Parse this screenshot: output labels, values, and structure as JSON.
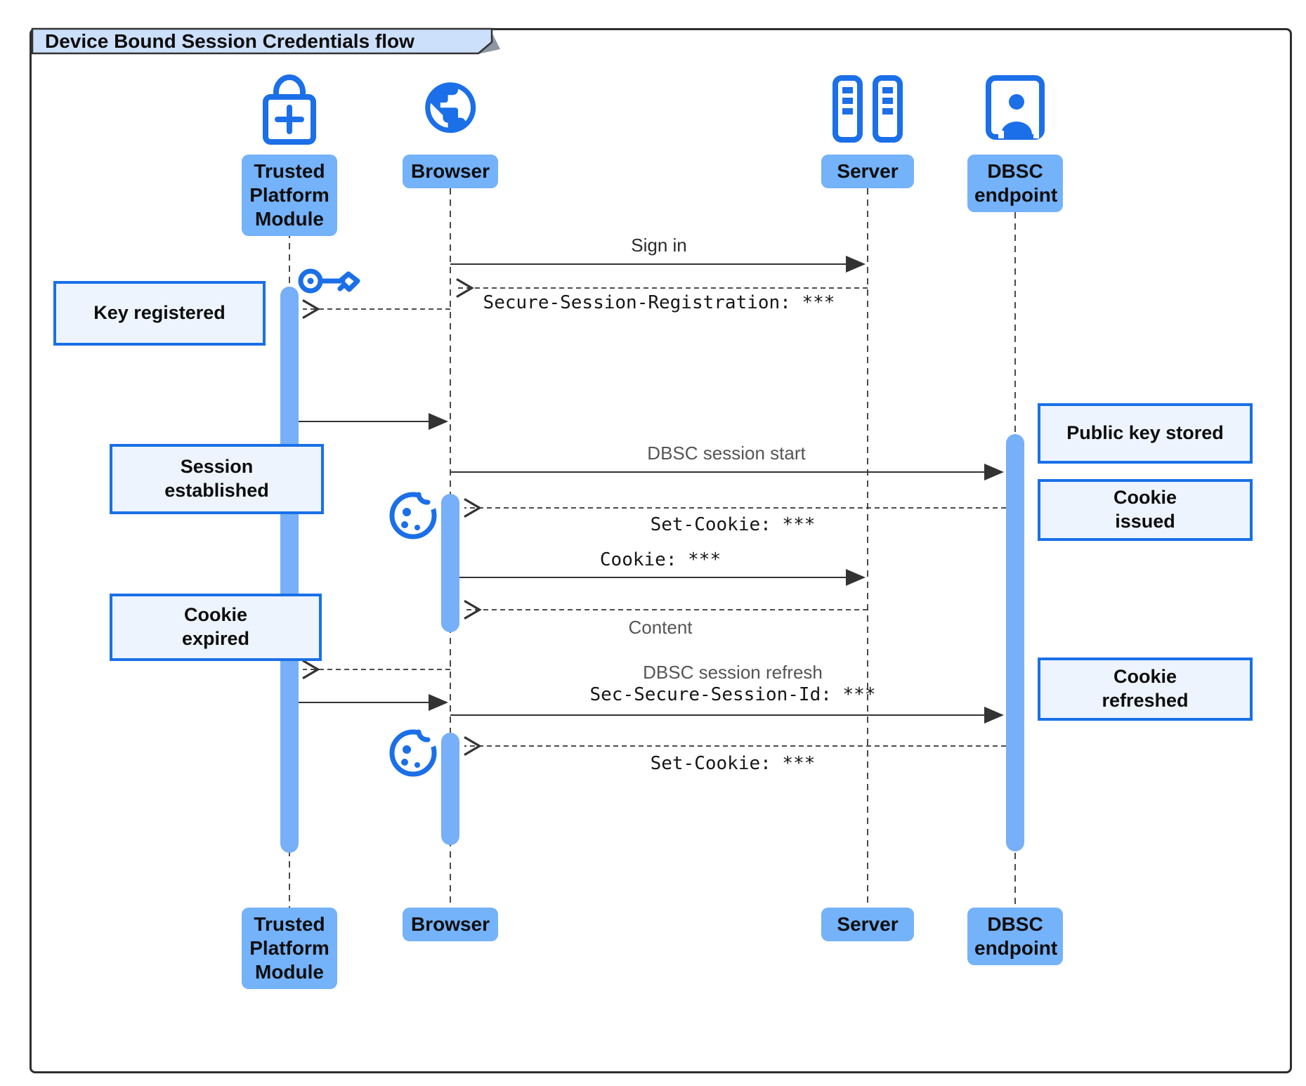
{
  "title": "Device Bound Session Credentials flow",
  "colors": {
    "accent_blue": "#1B6FE8",
    "label_fill": "#74B2FA",
    "activation_fill": "#77AFF8",
    "note_fill": "#EDF4FD",
    "note_border": "#1A70E8",
    "title_fill": "#CCE0FB",
    "lifeline": "#4a4a4a",
    "arrow": "#333333"
  },
  "actors": [
    {
      "id": "tpm",
      "label": "Trusted Platform Module",
      "icon": "lock-plus-icon"
    },
    {
      "id": "browser",
      "label": "Browser",
      "icon": "globe-icon"
    },
    {
      "id": "server",
      "label": "Server",
      "icon": "server-rack-icon"
    },
    {
      "id": "dbsc",
      "label": "DBSC endpoint",
      "icon": "person-badge-icon"
    }
  ],
  "notes": [
    {
      "label": "Key registered",
      "side": "left"
    },
    {
      "label": "Session established",
      "side": "left"
    },
    {
      "label": "Cookie expired",
      "side": "left"
    },
    {
      "label": "Public key stored",
      "side": "right"
    },
    {
      "label": "Cookie issued",
      "side": "right"
    },
    {
      "label": "Cookie refreshed",
      "side": "right"
    }
  ],
  "messages": [
    {
      "label": "Sign in",
      "from": "Browser",
      "to": "Server",
      "line": "solid"
    },
    {
      "label": "Secure-Session-Registration: ***",
      "from": "Server",
      "to": "Browser",
      "line": "dashed"
    },
    {
      "label": "",
      "from": "Browser",
      "to": "Trusted Platform Module",
      "line": "dashed"
    },
    {
      "label": "",
      "from": "Trusted Platform Module",
      "to": "Browser",
      "line": "solid"
    },
    {
      "label": "DBSC session start",
      "from": "Browser",
      "to": "DBSC endpoint",
      "line": "solid"
    },
    {
      "label": "Set-Cookie: ***",
      "from": "DBSC endpoint",
      "to": "Browser",
      "line": "dashed"
    },
    {
      "label": "Cookie: ***",
      "from": "Browser",
      "to": "Server",
      "line": "solid"
    },
    {
      "label": "Content",
      "from": "Server",
      "to": "Browser",
      "line": "dashed"
    },
    {
      "label": "",
      "from": "Browser",
      "to": "Trusted Platform Module",
      "line": "dashed"
    },
    {
      "label": "",
      "from": "Trusted Platform Module",
      "to": "Browser",
      "line": "solid"
    },
    {
      "label": "DBSC session refresh",
      "label2": "Sec-Secure-Session-Id: ***",
      "from": "Browser",
      "to": "DBSC endpoint",
      "line": "solid"
    },
    {
      "label": "Set-Cookie: ***",
      "from": "DBSC endpoint",
      "to": "Browser",
      "line": "dashed"
    }
  ]
}
